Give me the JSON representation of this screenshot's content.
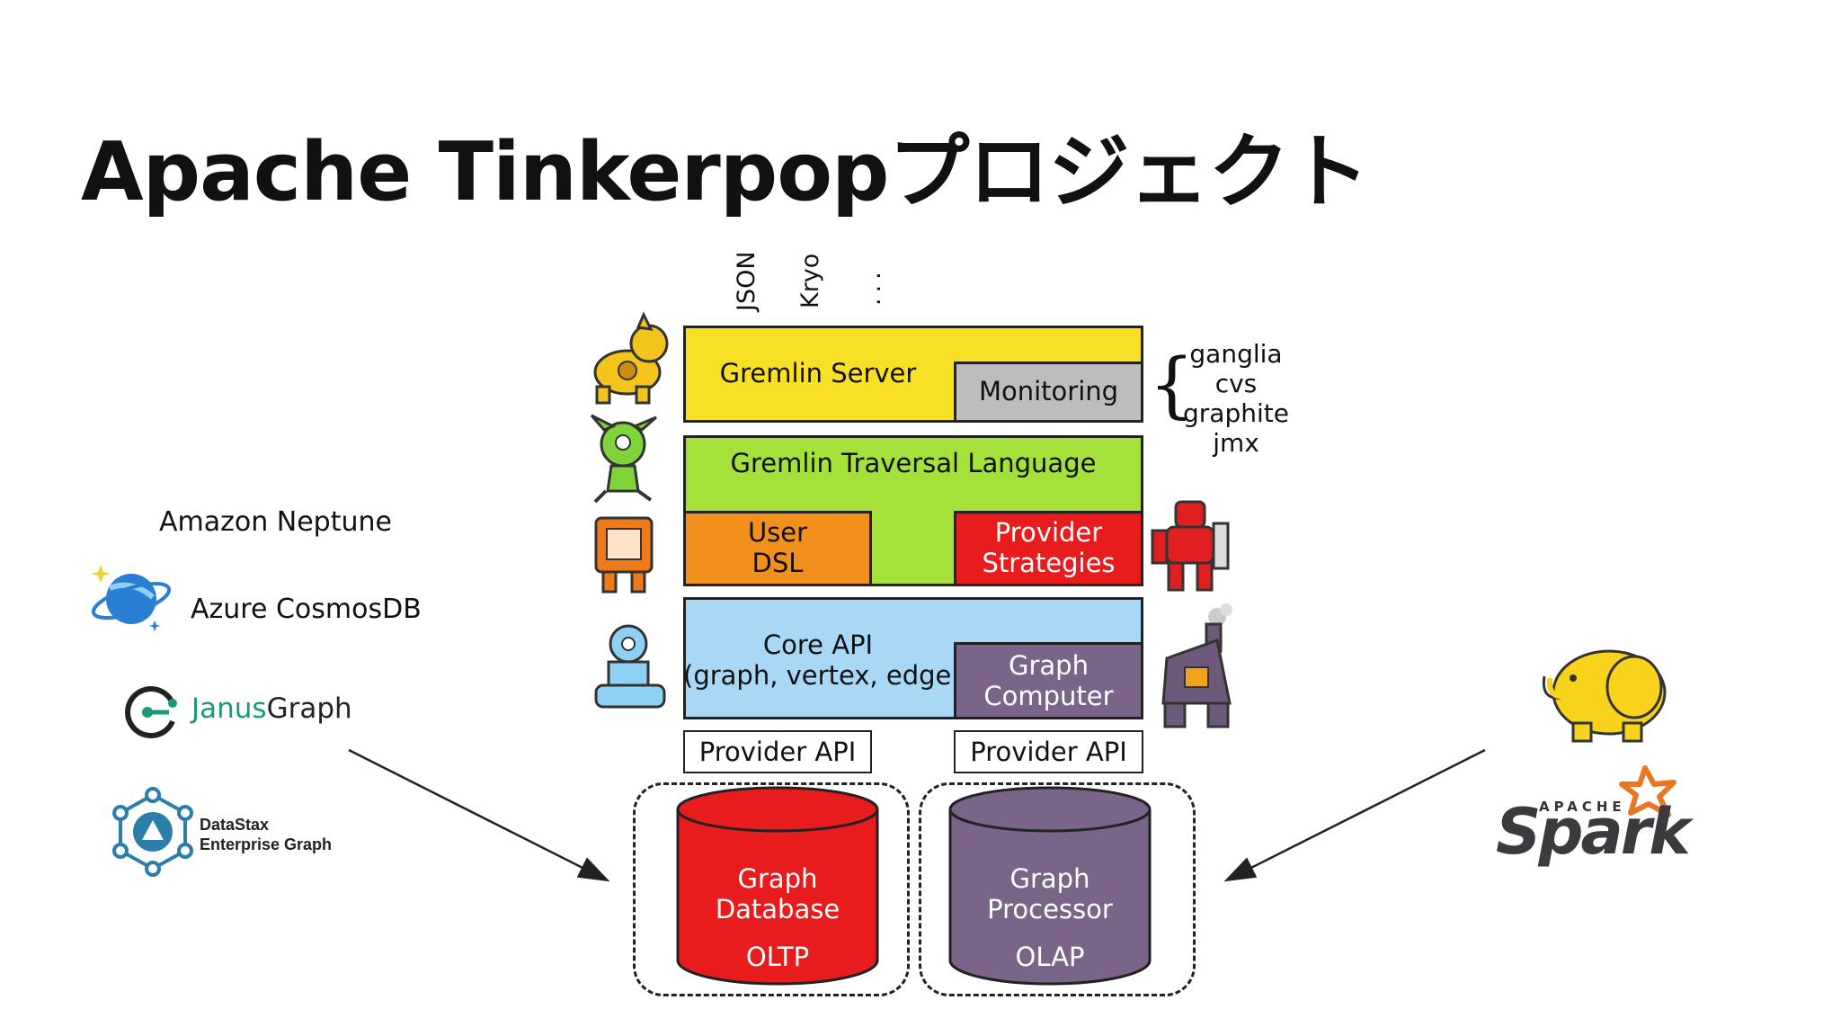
{
  "title": "Apache Tinkerpopプロジェクト",
  "formats": [
    "JSON",
    "Kryo",
    "..."
  ],
  "layers": {
    "gremlin_server": "Gremlin Server",
    "monitoring": "Monitoring",
    "traversal_language": "Gremlin Traversal Language",
    "user_dsl": [
      "User",
      "DSL"
    ],
    "provider_strategies": [
      "Provider",
      "Strategies"
    ],
    "core_api": [
      "Core API",
      "(graph, vertex, edge)"
    ],
    "graph_computer": [
      "Graph",
      "Computer"
    ],
    "provider_api_left": "Provider API",
    "provider_api_right": "Provider API"
  },
  "monitoring_tools": [
    "ganglia",
    "cvs",
    "graphite",
    "jmx"
  ],
  "databases": {
    "oltp": {
      "name": [
        "Graph",
        "Database"
      ],
      "mode": "OLTP",
      "color": "#e81c1c"
    },
    "olap": {
      "name": [
        "Graph",
        "Processor"
      ],
      "mode": "OLAP",
      "color": "#7a6488"
    }
  },
  "vendors_left": {
    "neptune": "Amazon Neptune",
    "cosmos": "Azure CosmosDB",
    "janus_a": "Janus",
    "janus_b": "Graph",
    "datastax": [
      "DataStax",
      "Enterprise Graph"
    ]
  },
  "vendors_right": {
    "spark_small": "APACHE",
    "spark": "Spark"
  },
  "colors": {
    "yellow": "#f8e026",
    "gray": "#bdbdbd",
    "green": "#a5e03b",
    "orange": "#f2901e",
    "red": "#e81c1c",
    "blue": "#a9d8f7",
    "purple": "#7a6488"
  }
}
